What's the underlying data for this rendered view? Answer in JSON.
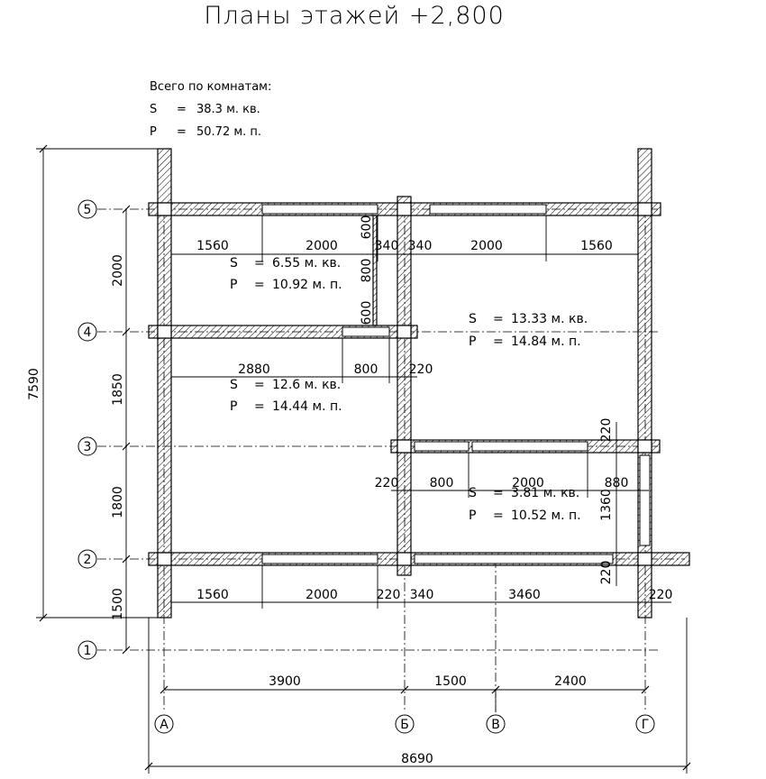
{
  "title": "Планы этажей +2,800",
  "totals": {
    "heading": "Всего по комнатам:",
    "s_label": "S",
    "s_value": "38.3 м. кв.",
    "p_label": "P",
    "p_value": "50.72 м. п."
  },
  "rooms": [
    {
      "id": "room-top-left",
      "s": "6.55 м. кв.",
      "p": "10.92 м. п."
    },
    {
      "id": "room-right",
      "s": "13.33 м. кв.",
      "p": "14.84 м. п."
    },
    {
      "id": "room-left",
      "s": "12.6 м. кв.",
      "p": "14.44 м. п."
    },
    {
      "id": "room-bottom-right",
      "s": "3.81 м. кв.",
      "p": "10.52 м. п."
    }
  ],
  "room_labels": {
    "s": "S",
    "p": "P",
    "eq": "="
  },
  "axes": {
    "rows": [
      "5",
      "4",
      "3",
      "2",
      "1"
    ],
    "columns": [
      "А",
      "Б",
      "В",
      "Г"
    ]
  },
  "dimensions": {
    "overall_height": "7590",
    "overall_width": "8690",
    "left_chain": [
      "2000",
      "1850",
      "1800",
      "1500"
    ],
    "bottom_chain": [
      "3900",
      "1500",
      "2400"
    ],
    "top_wall": [
      "1560",
      "2000",
      "340",
      "340",
      "2000",
      "1560"
    ],
    "mid_wall": [
      "2880",
      "800",
      "220"
    ],
    "inner_wall_vertical": [
      "600",
      "800",
      "600"
    ],
    "room3": [
      "220",
      "800",
      "2000",
      "880"
    ],
    "right_vertical": [
      "220",
      "1360",
      "220"
    ],
    "bottom_wall": [
      "1560",
      "2000",
      "220",
      "340",
      "3460",
      "220"
    ]
  }
}
